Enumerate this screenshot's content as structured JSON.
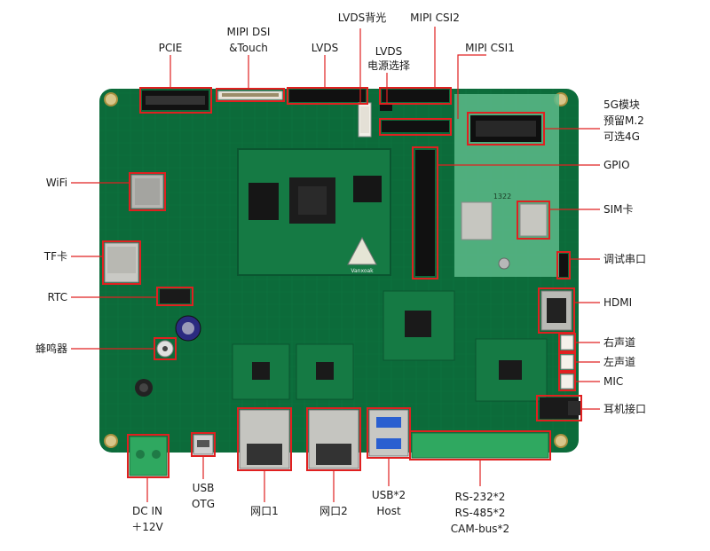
{
  "labels": {
    "pcie": "PCIE",
    "mipi_dsi_1": "MIPI DSI",
    "mipi_dsi_2": "&Touch",
    "lvds": "LVDS",
    "lvds_backlight": "LVDS背光",
    "lvds_power_1": "LVDS",
    "lvds_power_2": "电源选择",
    "mipi_csi2": "MIPI CSI2",
    "mipi_csi1": "MIPI CSI1",
    "module_5g_1": "5G模块",
    "module_5g_2": "预留M.2",
    "module_5g_3": "可选4G",
    "gpio": "GPIO",
    "sim": "SIM卡",
    "debug_uart": "调试串口",
    "hdmi": "HDMI",
    "right_channel": "右声道",
    "left_channel": "左声道",
    "mic": "MIC",
    "headphone": "耳机接口",
    "wifi": "WiFi",
    "tf": "TF卡",
    "rtc": "RTC",
    "buzzer": "蜂鸣器",
    "dc_in_1": "DC IN",
    "dc_in_2": "＋12V",
    "usb_otg_1": "USB",
    "usb_otg_2": "OTG",
    "eth1": "网口1",
    "eth2": "网口2",
    "usb_host_1": "USB*2",
    "usb_host_2": "Host",
    "rs232": "RS-232*2",
    "rs485": "RS-485*2",
    "canbus": "CAM-bus*2"
  },
  "board_marks": {
    "som_logo": "Vanxoak",
    "m2_label": "1322"
  },
  "colors": {
    "board": "#0c6b3a",
    "board_dark": "#0a5630",
    "accent": "#e02020",
    "terminal": "#2fa860"
  }
}
